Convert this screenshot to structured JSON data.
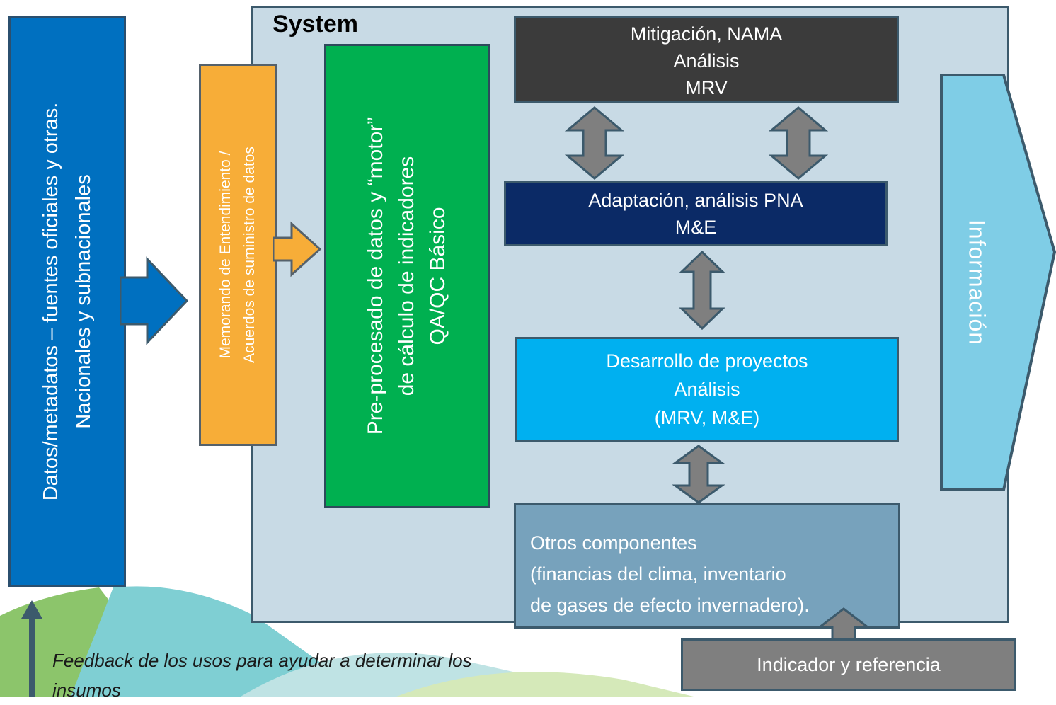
{
  "left_source": {
    "line1": "Datos/metadatos – fuentes oficiales y otras.",
    "line2": "Nacionales y subnacionales"
  },
  "agreements": {
    "line1": "Memorando de Entendimiento /",
    "line2": "Acuerdos de suministro de datos"
  },
  "system": {
    "title": "System",
    "preprocess": {
      "line1": "Pre-procesado de datos y “motor”",
      "line2": "de cálculo de indicadores",
      "line3": "QA/QC Básico"
    },
    "mitigation": {
      "line1": "Mitigación, NAMA",
      "line2": "Análisis",
      "line3": "MRV"
    },
    "adaptation": {
      "line1": "Adaptación, análisis PNA",
      "line2": "M&E"
    },
    "projects": {
      "line1": "Desarrollo de proyectos",
      "line2": "Análisis",
      "line3": "(MRV, M&E)"
    },
    "others": {
      "line1": "Otros componentes",
      "line2": "(financias del clima, inventario",
      "line3": "de gases de efecto invernadero)."
    }
  },
  "output": {
    "label": "Información"
  },
  "indicator": {
    "label": "Indicador y referencia"
  },
  "feedback": {
    "line1": "Feedback de los usos para ayudar a determinar los",
    "line2": "insumos"
  },
  "colors": {
    "source_blue": "#0070c0",
    "agreement_orange": "#f7ad38",
    "preprocess_green": "#00b050",
    "mitigation_dark": "#3b3b3b",
    "adaptation_navy": "#0b2a66",
    "projects_cyan": "#00b0f0",
    "others_steel": "#77a2bc",
    "info_lightblue": "#7fcde6",
    "system_bg": "#c8dae5",
    "indicator_gray": "#7f7f7f"
  }
}
